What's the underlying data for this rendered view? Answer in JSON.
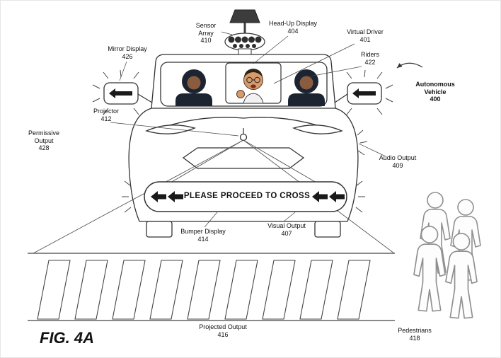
{
  "figure": {
    "caption": "FIG. 4A"
  },
  "bumper": {
    "message": "PLEASE PROCEED TO CROSS"
  },
  "labels": {
    "sensor_array": {
      "name": "Sensor Array",
      "num": "410"
    },
    "head_up_display": {
      "name": "Head-Up Display",
      "num": "404"
    },
    "virtual_driver": {
      "name": "Virtual Driver",
      "num": "401"
    },
    "riders": {
      "name": "Riders",
      "num": "422"
    },
    "mirror_display": {
      "name": "Mirror Display",
      "num": "426"
    },
    "autonomous_vehicle": {
      "name": "Autonomous Vehicle",
      "num": "400"
    },
    "permissive_output": {
      "name": "Permissive Output",
      "num": "428"
    },
    "projector": {
      "name": "Projector",
      "num": "412"
    },
    "audio_output": {
      "name": "Audio Output",
      "num": "409"
    },
    "bumper_display": {
      "name": "Bumper Display",
      "num": "414"
    },
    "visual_output": {
      "name": "Visual Output",
      "num": "407"
    },
    "projected_output": {
      "name": "Projected Output",
      "num": "416"
    },
    "pedestrians": {
      "name": "Pedestrians",
      "num": "418"
    }
  },
  "colors": {
    "ink": "#333333",
    "rider_dark": "#1b2430",
    "skin": "#d79b6b",
    "arrow_dark": "#1a1a1a",
    "pedestrian_outline": "#909090"
  }
}
